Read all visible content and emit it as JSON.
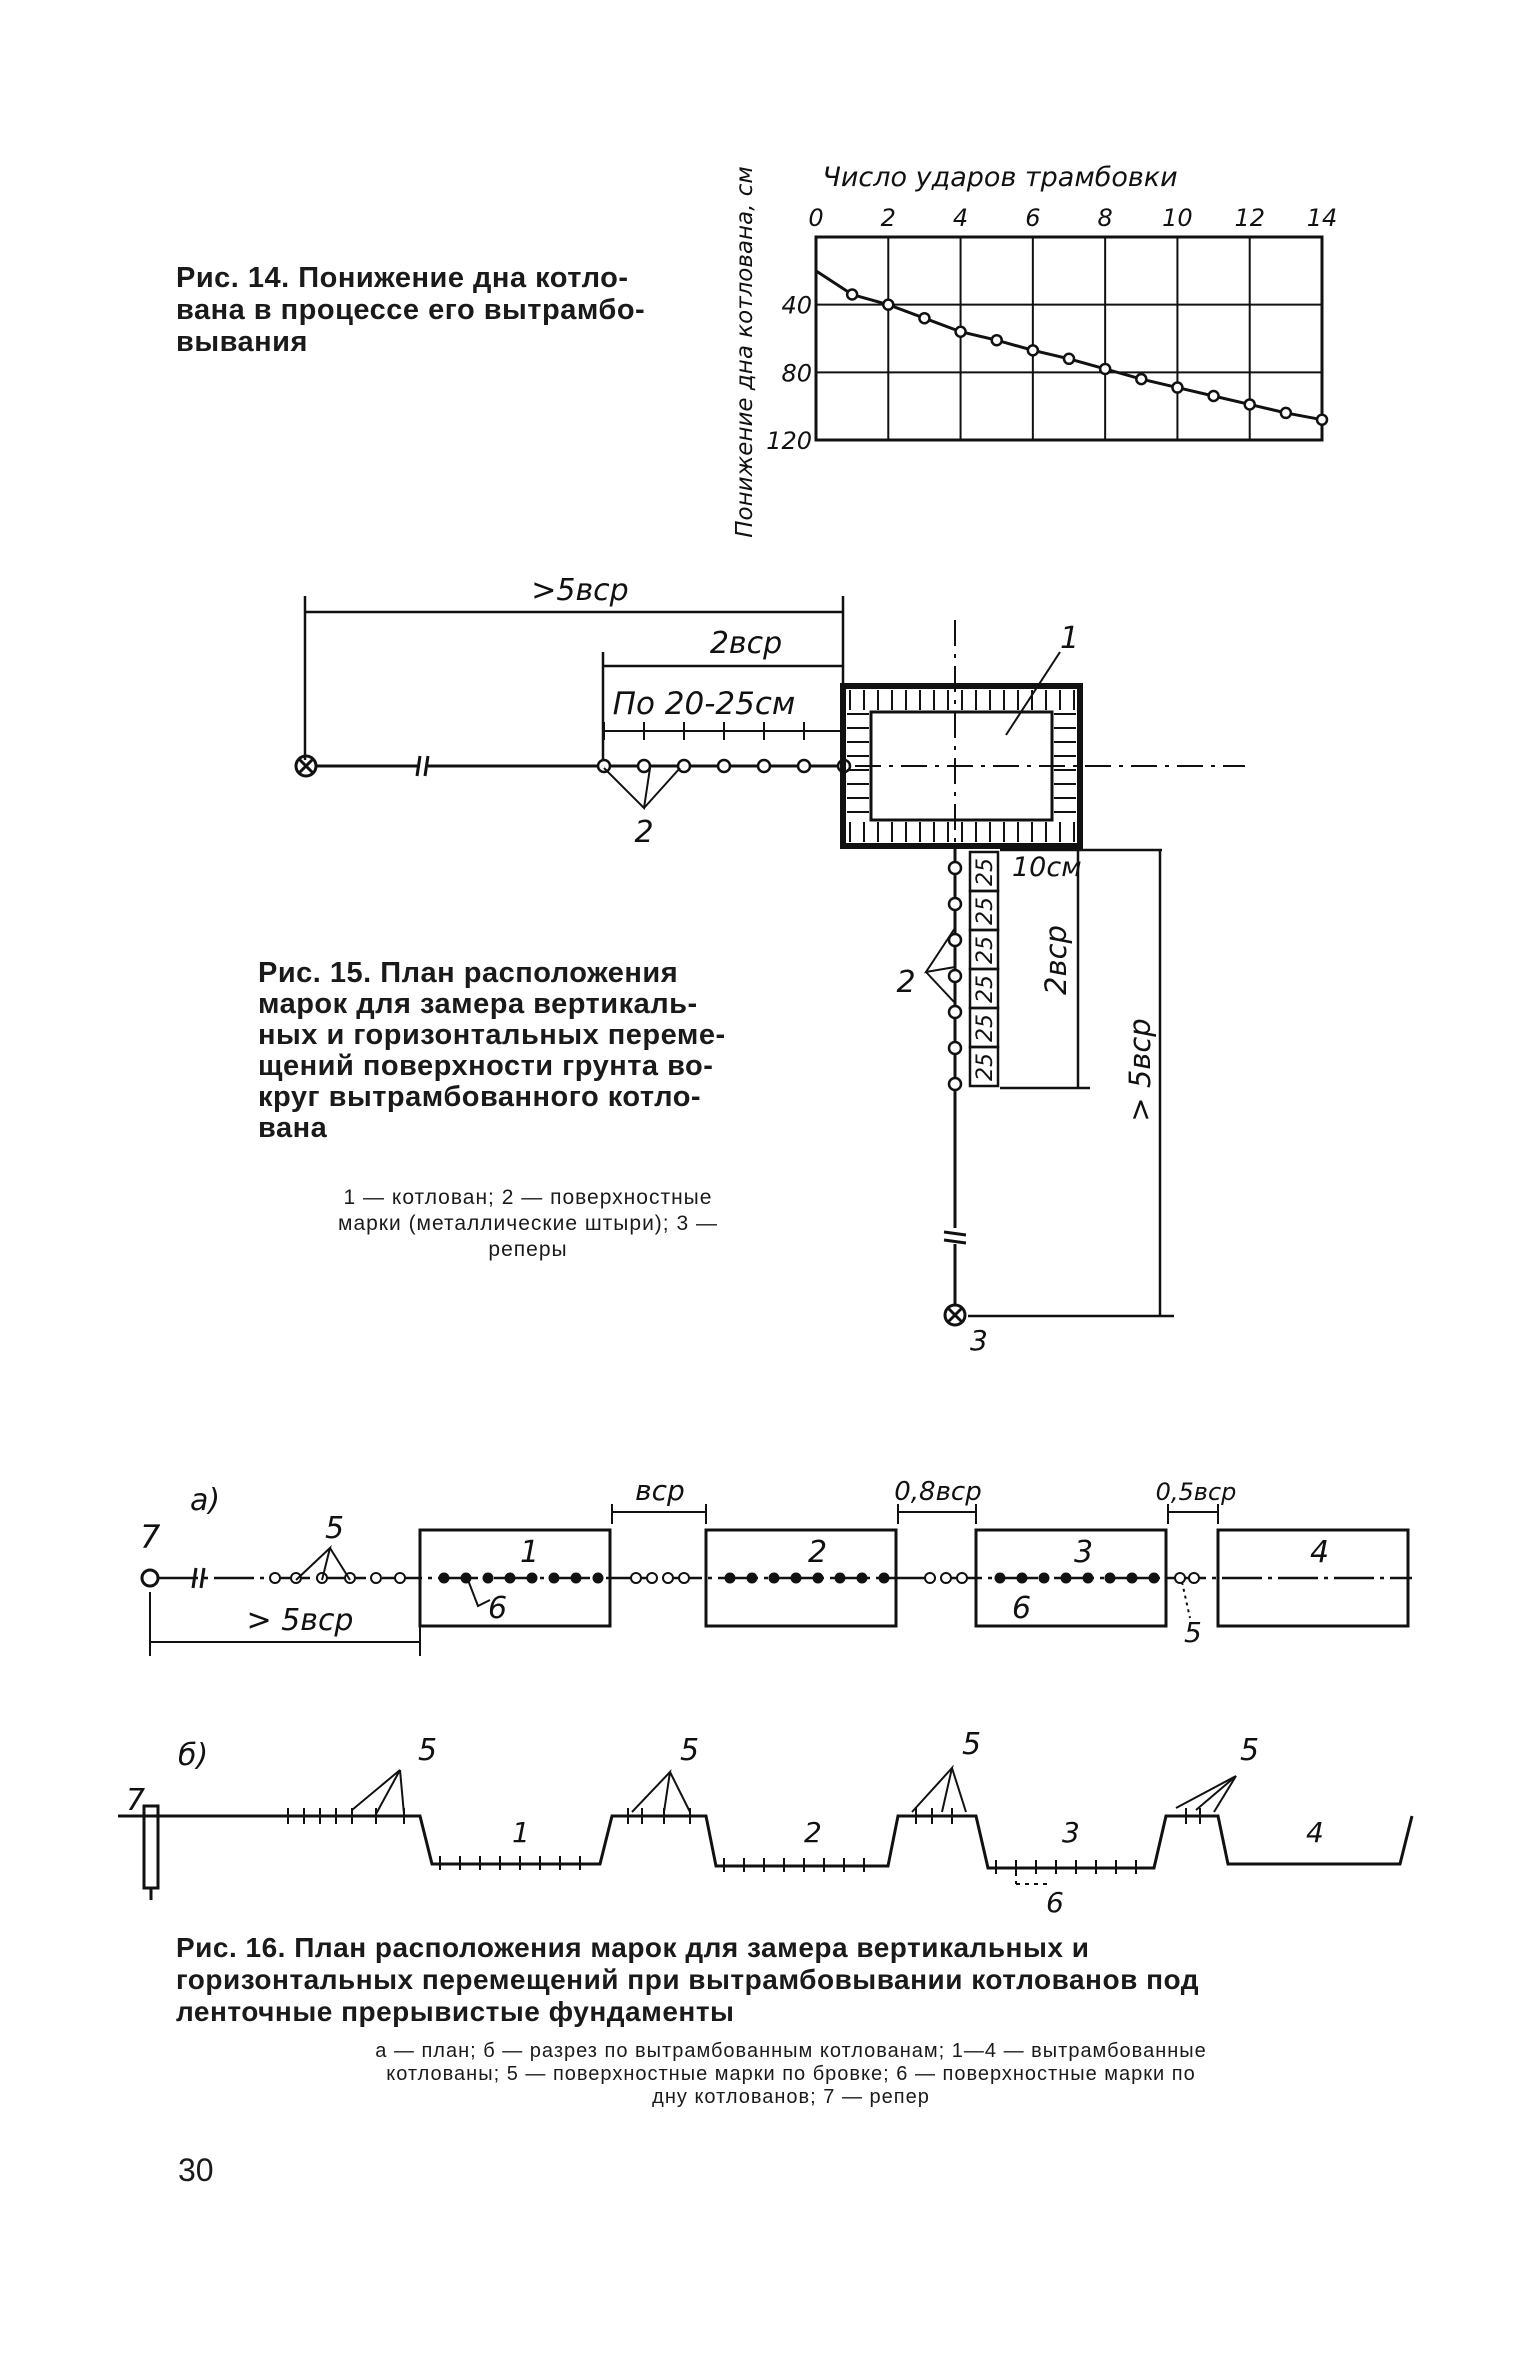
{
  "fig14": {
    "caption_l1": "Рис. 14. Понижение дна котло-",
    "caption_l2": "вана в процессе его вытрамбо-",
    "caption_l3": "вывания"
  },
  "chart_data": {
    "type": "line",
    "title": "Число ударов трамбовки",
    "xlabel": "Число ударов трамбовки",
    "ylabel": "Понижение дна котлована, см",
    "x_ticks": [
      "0",
      "2",
      "4",
      "6",
      "8",
      "10",
      "12",
      "14"
    ],
    "y_ticks": [
      "40",
      "80",
      "120"
    ],
    "xlim": [
      0,
      14
    ],
    "ylim": [
      0,
      120
    ],
    "y_inverted": true,
    "grid": true,
    "series": [
      {
        "x": [
          0,
          1,
          2,
          3,
          4,
          5,
          6,
          7,
          8,
          9,
          10,
          11,
          12,
          13,
          14
        ],
        "values": [
          20,
          34,
          40,
          48,
          56,
          61,
          67,
          72,
          78,
          84,
          89,
          94,
          99,
          104,
          108
        ]
      }
    ]
  },
  "fig15": {
    "caption_l1": "Рис. 15. План расположения",
    "caption_l2": "марок для замера вертикаль-",
    "caption_l3": "ных и горизонтальных переме-",
    "caption_l4": "щений поверхности грунта во-",
    "caption_l5": "круг вытрамбованного котло-",
    "caption_l6": "вана",
    "legend_l1": "1 — котлован; 2 — поверхностные",
    "legend_l2": "марки (металлические штыри); 3 —",
    "legend_l3": "реперы",
    "dim_5b": ">5вср",
    "dim_2b": "2вср",
    "dim_spacing": "По 20-25см",
    "dim_10cm": "10см",
    "dim_2b_v": "2вср",
    "dim_5b_v": "> 5вср",
    "cell_25": "25",
    "label_1": "1",
    "label_2": "2",
    "label_2b": "2",
    "label_3": "3"
  },
  "fig16": {
    "label_a": "а)",
    "label_b": "б)",
    "dim_b": "вср",
    "dim_08b": "0,8вср",
    "dim_05b": "0,5вср",
    "dim_5b": "> 5вср",
    "n1": "1",
    "n2": "2",
    "n3": "3",
    "n4": "4",
    "n5": "5",
    "n6": "6",
    "n7": "7",
    "caption_l1": "Рис. 16. План расположения марок для замера вертикальных и",
    "caption_l2": "горизонтальных перемещений при вытрамбовывании котлованов под",
    "caption_l3": "ленточные прерывистые фундаменты",
    "legend_l1": "а — план; б — разрез по вытрамбованным котлованам; 1—4 — вытрамбованные",
    "legend_l2": "котлованы; 5 — поверхностные марки по бровке; 6 — поверхностные марки по",
    "legend_l3": "дну котлованов; 7 — репер"
  },
  "page_number": "30"
}
